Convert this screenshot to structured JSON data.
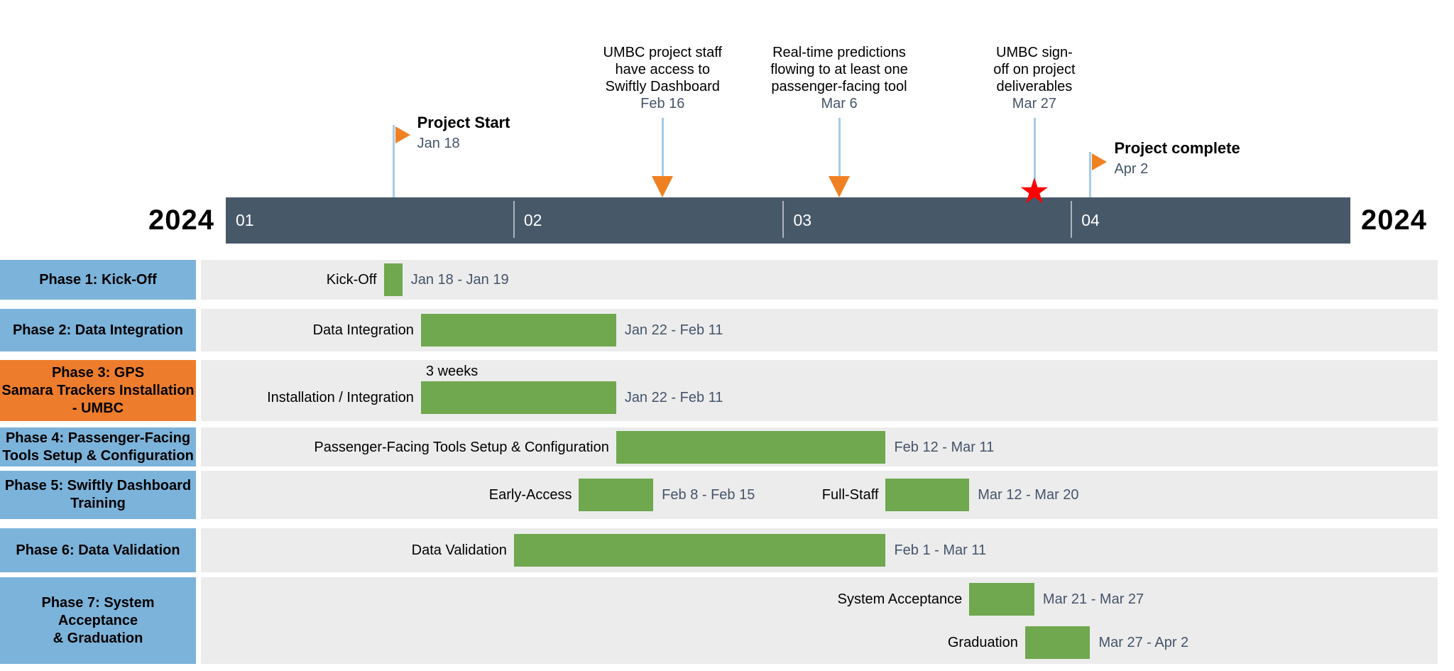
{
  "chart_data": {
    "type": "gantt",
    "years": {
      "left": "2024",
      "right": "2024"
    },
    "axis": {
      "start": "Jan 1",
      "end": "May 1",
      "months": [
        {
          "label": "01",
          "start": "Jan 1"
        },
        {
          "label": "02",
          "start": "Feb 1"
        },
        {
          "label": "03",
          "start": "Mar 1"
        },
        {
          "label": "04",
          "start": "Apr 1"
        }
      ]
    },
    "milestones": [
      {
        "kind": "flag",
        "title": "Project Start",
        "date": "Jan 18",
        "date_label": "Jan 18"
      },
      {
        "kind": "arrow",
        "desc_lines": [
          "UMBC project staff",
          "have access to",
          "Swiftly Dashboard"
        ],
        "date": "Feb 16",
        "date_label": "Feb 16"
      },
      {
        "kind": "arrow",
        "desc_lines": [
          "Real-time predictions",
          "flowing to at least one",
          "passenger-facing tool"
        ],
        "date": "Mar 6",
        "date_label": "Mar 6"
      },
      {
        "kind": "star",
        "desc_lines": [
          "UMBC sign-",
          "off on project",
          "deliverables"
        ],
        "date": "Mar 27",
        "date_label": "Mar 27"
      },
      {
        "kind": "flag",
        "title": "Project complete",
        "date": "Apr 2",
        "date_label": "Apr 2"
      }
    ],
    "phases": [
      {
        "label_lines": [
          "Phase 1: Kick-Off"
        ],
        "variant": "blue",
        "tasks": [
          {
            "name": "Kick-Off",
            "start": "Jan 18",
            "end": "Jan 19",
            "date_label": "Jan 18 - Jan 19",
            "row": 0
          }
        ]
      },
      {
        "label_lines": [
          "Phase 2: Data Integration"
        ],
        "variant": "blue",
        "tasks": [
          {
            "name": "Data Integration",
            "start": "Jan 22",
            "end": "Feb 11",
            "date_label": "Jan 22 - Feb 11",
            "row": 0
          }
        ]
      },
      {
        "label_lines": [
          "Phase 3: GPS",
          "Samara Trackers Installation",
          "- UMBC"
        ],
        "variant": "orange",
        "tasks": [
          {
            "name": "Installation / Integration",
            "start": "Jan 22",
            "end": "Feb 11",
            "date_label": "Jan 22 - Feb 11",
            "note": "3 weeks",
            "row": 0
          }
        ]
      },
      {
        "label_lines": [
          "Phase 4: Passenger-Facing",
          "Tools Setup & Configuration"
        ],
        "variant": "blue",
        "tasks": [
          {
            "name": "Passenger-Facing Tools Setup & Configuration",
            "start": "Feb 12",
            "end": "Mar 11",
            "date_label": "Feb 12 - Mar 11",
            "row": 0
          }
        ]
      },
      {
        "label_lines": [
          "Phase 5: Swiftly Dashboard",
          "Training"
        ],
        "variant": "blue",
        "tasks": [
          {
            "name": "Early-Access",
            "start": "Feb 8",
            "end": "Feb 15",
            "date_label": "Feb 8 - Feb 15",
            "row": 0
          },
          {
            "name": "Full-Staff",
            "start": "Mar 12",
            "end": "Mar 20",
            "date_label": "Mar 12 - Mar 20",
            "row": 0
          }
        ]
      },
      {
        "label_lines": [
          "Phase 6: Data Validation"
        ],
        "variant": "blue",
        "tasks": [
          {
            "name": "Data Validation",
            "start": "Feb 1",
            "end": "Mar 11",
            "date_label": "Feb 1 - Mar 11",
            "row": 0
          }
        ]
      },
      {
        "label_lines": [
          "Phase 7: System Acceptance",
          "& Graduation"
        ],
        "variant": "blue",
        "tasks": [
          {
            "name": "System Acceptance",
            "start": "Mar 21",
            "end": "Mar 27",
            "date_label": "Mar 21 - Mar 27",
            "row": 0
          },
          {
            "name": "Graduation",
            "start": "Mar 27",
            "end": "Apr 2",
            "date_label": "Mar 27 - Apr 2",
            "row": 1
          }
        ]
      }
    ],
    "colors": {
      "phase_blue": "#7cb3da",
      "phase_orange": "#ed7d2d",
      "bar_green": "#6fa84f",
      "timeline": "#475869",
      "track": "#ececec",
      "date_text": "#44546a",
      "milestone_line": "#a5cce8",
      "marker_orange": "#f08122",
      "star_red": "#fe0000",
      "month_text": "#ffffff"
    }
  }
}
